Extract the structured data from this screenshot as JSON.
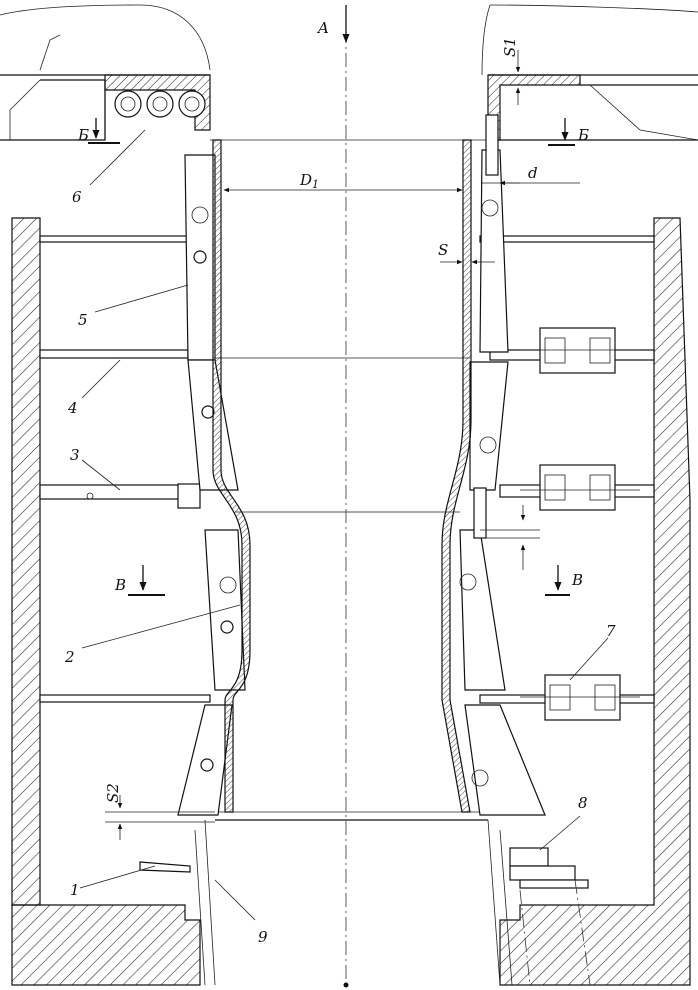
{
  "drawing": {
    "arrow_a": "A",
    "dim_d1": "D1",
    "dim_d1_main": "D",
    "dim_d1_sub": "1",
    "dim_d": "d",
    "dim_s": "S",
    "dim_s1": "S1",
    "dim_s2": "S2",
    "section_b": "Б",
    "section_v": "В",
    "callouts": [
      "1",
      "2",
      "3",
      "4",
      "5",
      "6",
      "7",
      "8",
      "9"
    ]
  },
  "colors": {
    "ink": "#111111",
    "paper": "#ffffff"
  }
}
